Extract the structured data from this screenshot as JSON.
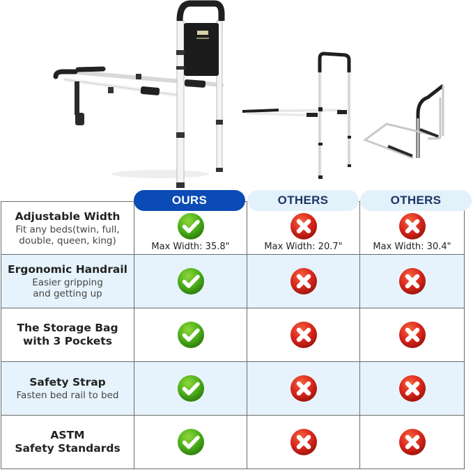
{
  "header": {
    "columns": [
      {
        "label": "OURS",
        "color": "#0a4bb5",
        "text_color": "#ffffff"
      },
      {
        "label": "OTHERS",
        "color": "#e3f1fb",
        "text_color": "#1d3566"
      },
      {
        "label": "OTHERS",
        "color": "#e3f1fb",
        "text_color": "#1d3566"
      }
    ]
  },
  "hero": {
    "products": [
      {
        "name": "ours-bed-rail",
        "description": "Adjustable bed rail with storage bag, handle and safety strap leg"
      },
      {
        "name": "competitor-1-bed-rail",
        "description": "Bed assist rail with adjustable legs"
      },
      {
        "name": "competitor-2-bed-rail",
        "description": "Simple bed rail frame"
      }
    ]
  },
  "rows": [
    {
      "title": "Adjustable Width",
      "subtitle": "Fit any beds(twin, full, double, queen, king)",
      "cells": [
        {
          "icon": "check",
          "note": "Max Width: 35.8\""
        },
        {
          "icon": "cross",
          "note": "Max Width: 20.7\""
        },
        {
          "icon": "cross",
          "note": "Max Width: 30.4\""
        }
      ]
    },
    {
      "title": "Ergonomic Handrail",
      "subtitle": "Easier gripping and getting up",
      "cells": [
        {
          "icon": "check"
        },
        {
          "icon": "cross"
        },
        {
          "icon": "cross"
        }
      ]
    },
    {
      "title": "The Storage Bag with 3 Pockets",
      "subtitle": "",
      "cells": [
        {
          "icon": "check"
        },
        {
          "icon": "cross"
        },
        {
          "icon": "cross"
        }
      ]
    },
    {
      "title": "Safety Strap",
      "subtitle": "Fasten bed rail to bed",
      "cells": [
        {
          "icon": "check"
        },
        {
          "icon": "cross"
        },
        {
          "icon": "cross"
        }
      ]
    },
    {
      "title": "ASTM\nSafety Standards",
      "subtitle": "",
      "cells": [
        {
          "icon": "check"
        },
        {
          "icon": "cross"
        },
        {
          "icon": "cross"
        }
      ]
    }
  ],
  "colors": {
    "check": "#4caf1a",
    "cross": "#d9261c",
    "row_alt": "#e6f3fc",
    "border": "#6b6b6b"
  }
}
